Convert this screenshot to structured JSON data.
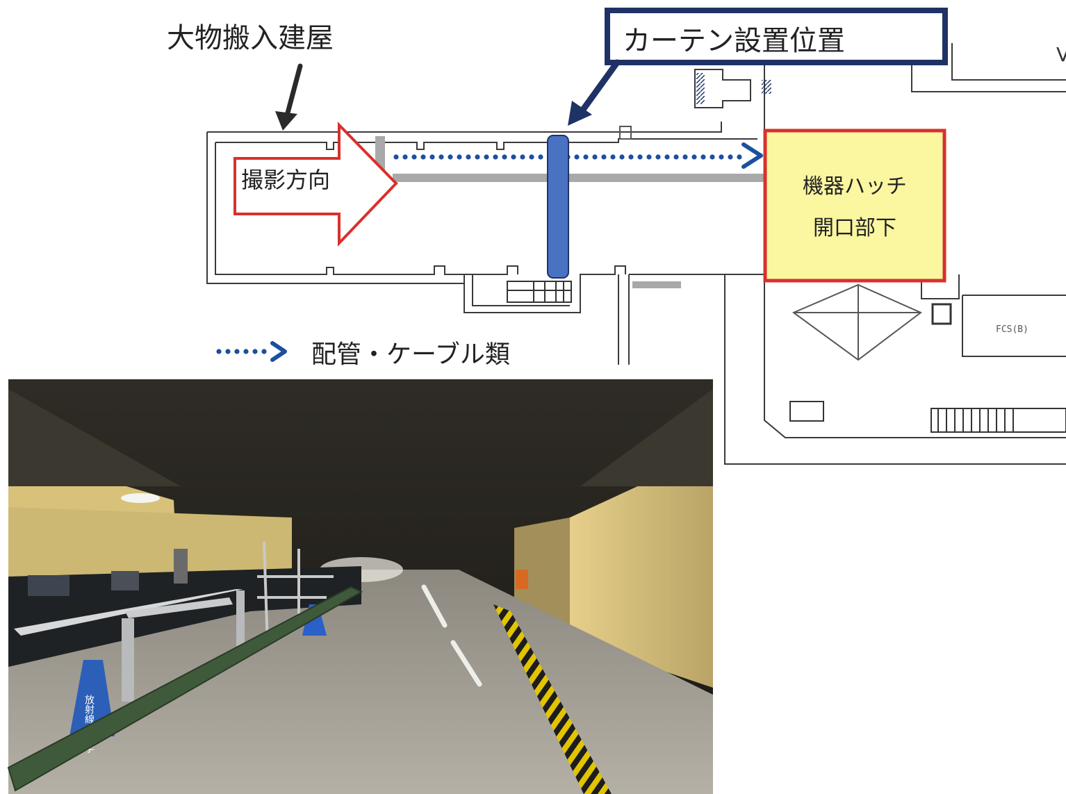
{
  "labels": {
    "building_name": "大物搬入建屋",
    "curtain_position": "カーテン設置位置",
    "shooting_direction": "撮影方向",
    "hatch_line1": "機器ハッチ",
    "hatch_line2": "開口部下",
    "legend_text": "配管・ケーブル類",
    "fcs_label": "FCS(B)",
    "cone_label": "放射線・化学"
  },
  "colors": {
    "red_outline": "#d9302c",
    "hatch_fill": "#fbf6a0",
    "navy_frame": "#1f3266",
    "blue_dots": "#1c4f9e",
    "curtain_bar": "#4a72c2",
    "green_bar": "#3f5a3a"
  },
  "icons": {
    "down_arrow": "down-arrow-icon",
    "pointer_arrow": "pointer-arrow-icon",
    "direction_arrow": "right-block-arrow-icon"
  }
}
